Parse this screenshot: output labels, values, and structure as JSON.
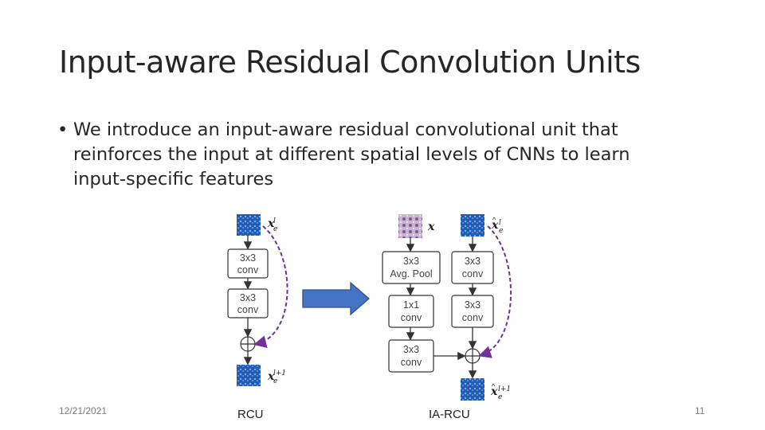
{
  "slide": {
    "title": "Input-aware Residual Convolution Units",
    "bullet": "We introduce an input-aware residual convolutional unit that reinforces the input at different spatial levels of CNNs to learn input-specific features",
    "date": "12/21/2021",
    "page": "11"
  },
  "rcu": {
    "caption": "RCU",
    "input_label": "x",
    "input_sup": "l",
    "input_sub": "e",
    "output_sup": "l+1",
    "output_sub": "e",
    "block1": [
      "3x3",
      "conv"
    ],
    "block2": [
      "3x3",
      "conv"
    ]
  },
  "iarcu": {
    "caption": "IA-RCU",
    "x_label": "x",
    "input_sup": "l",
    "input_sub": "e",
    "output_sup": "l+1",
    "output_sub": "e",
    "left_blocks": [
      [
        "3x3",
        "Avg. Pool"
      ],
      [
        "1x1",
        "conv"
      ],
      [
        "3x3",
        "conv"
      ]
    ],
    "right_blocks": [
      [
        "3x3",
        "conv"
      ],
      [
        "3x3",
        "conv"
      ]
    ]
  },
  "colors": {
    "arrow_fill": "#4472c4",
    "arrow_stroke": "#2f528f",
    "dashed": "#7030a0"
  }
}
